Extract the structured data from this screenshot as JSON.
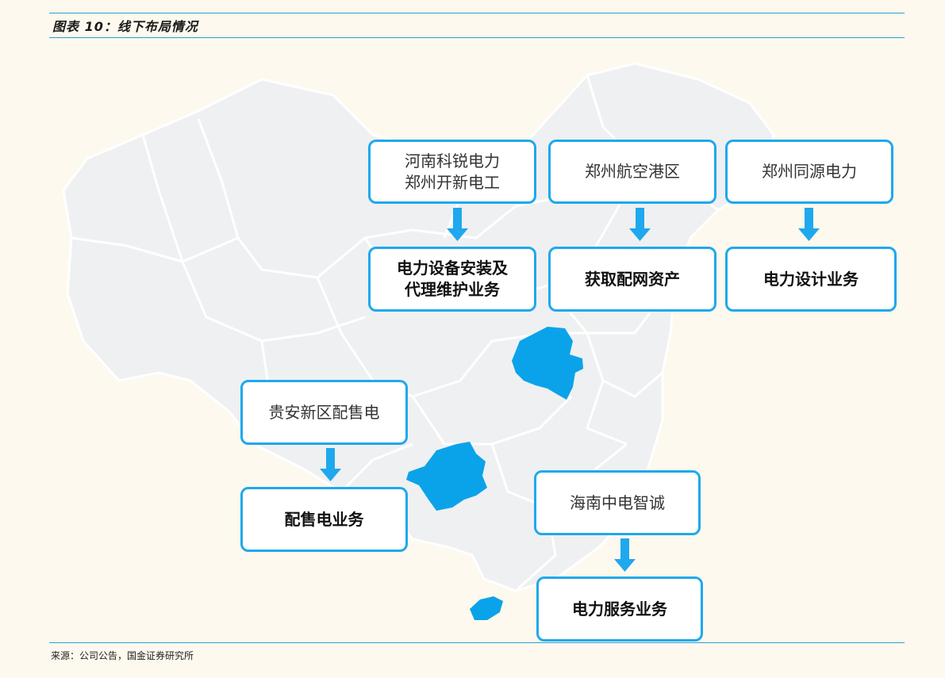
{
  "title": "图表 10：线下布局情况",
  "source": "来源：公司公告，国金证券研究所",
  "colors": {
    "accent": "#1fa8ee",
    "map_land": "#eff0f1",
    "map_border": "#ffffff",
    "highlight": "#0aa3ea",
    "background": "#fdf9ee"
  },
  "flows": [
    {
      "company": "河南科锐电力\n郑州开新电工",
      "business": "电力设备安装及\n代理维护业务"
    },
    {
      "company": "郑州航空港区",
      "business": "获取配网资产"
    },
    {
      "company": "郑州同源电力",
      "business": "电力设计业务"
    },
    {
      "company": "贵安新区配售电",
      "business": "配售电业务"
    },
    {
      "company": "海南中电智诚",
      "business": "电力服务业务"
    }
  ],
  "highlighted_regions": [
    "河南",
    "贵州",
    "海南"
  ]
}
